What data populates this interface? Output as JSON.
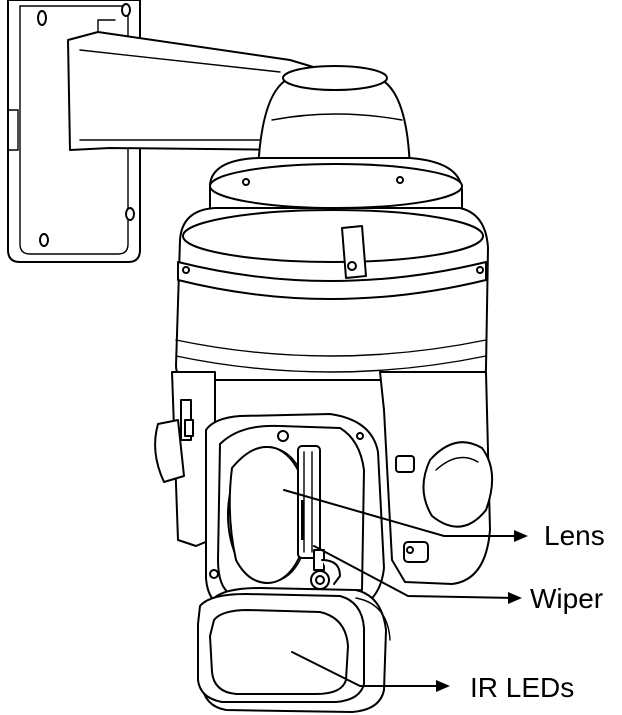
{
  "labels": {
    "lens": "Lens",
    "wiper": "Wiper",
    "ir_leds": "IR LEDs"
  },
  "colors": {
    "ink": "#000000",
    "paper": "#ffffff"
  }
}
